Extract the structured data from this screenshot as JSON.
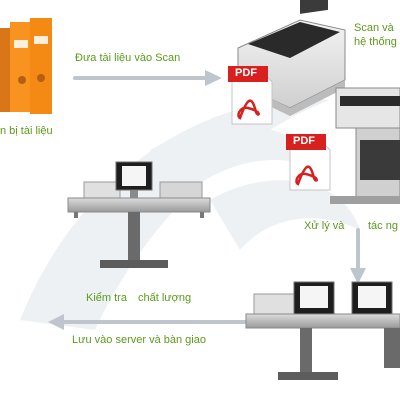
{
  "diagram": {
    "labels": {
      "prepare": "n bị tài liệu",
      "feed_scan": "Đưa tài liệu vào Scan",
      "scan_line1": "Scan và",
      "scan_line2": "hệ thống",
      "process_a": "Xử lý và",
      "process_b": "tác ng",
      "check_a": "Kiểm tra",
      "check_b": "chất lượng",
      "store": "Lưu vào server và bàn giao"
    },
    "pdf_badges": [
      "PDF",
      "PDF"
    ],
    "colors": {
      "label_green": "#5c9a1b",
      "folder_orange": "#f7931e",
      "folder_dark": "#d9761a",
      "pdf_red": "#d8211e",
      "arrow_gray": "#bfc5cc",
      "watermark": "#eef1f4"
    }
  }
}
